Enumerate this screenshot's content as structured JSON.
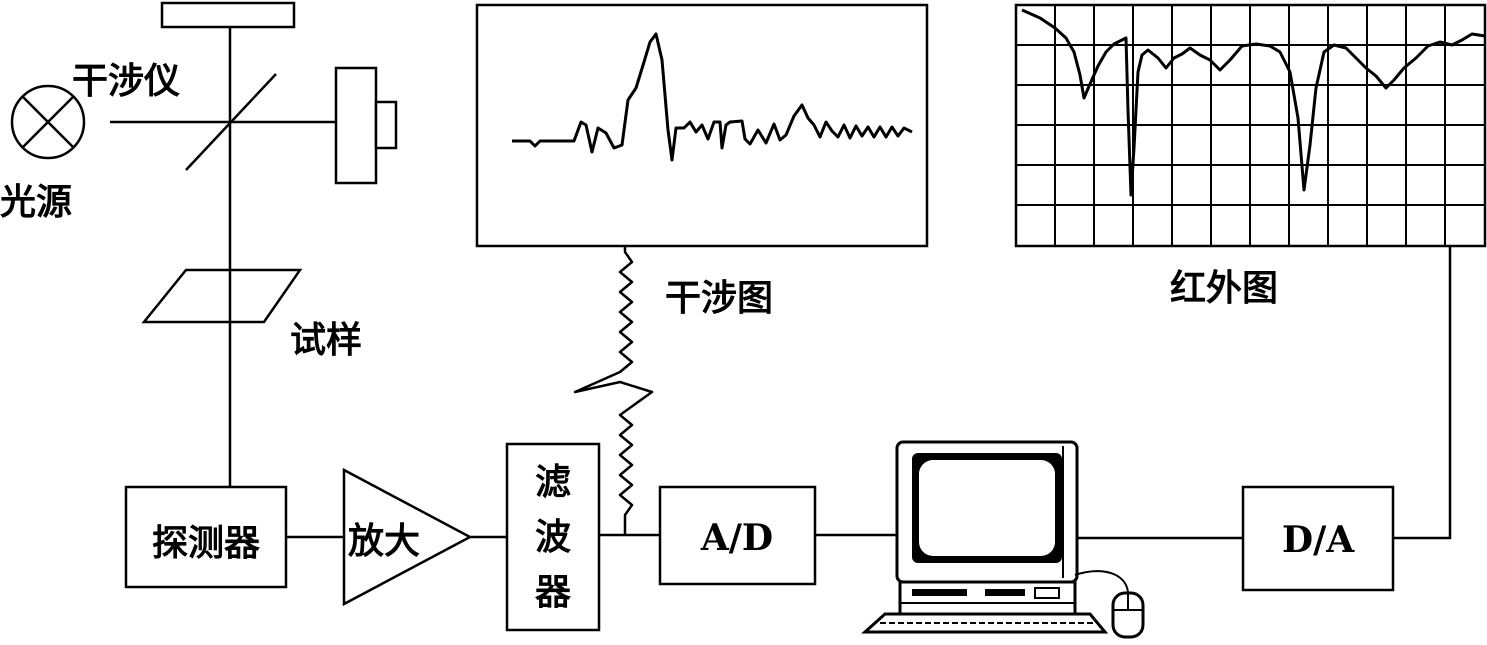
{
  "labels": {
    "interferometer": "干涉仪",
    "light_source": "光源",
    "sample": "试样",
    "detector": "探测器",
    "amplifier": "放大",
    "filter_line1": "滤",
    "filter_line2": "波",
    "filter_line3": "器",
    "adc": "A/D",
    "dac": "D/A",
    "interferogram": "干涉图",
    "infrared_spectrum": "红外图"
  }
}
